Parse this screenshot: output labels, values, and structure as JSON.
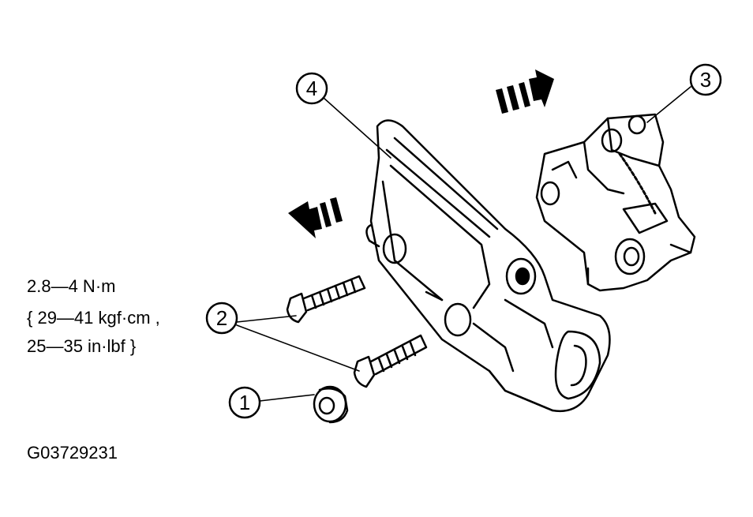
{
  "torque_spec": {
    "line1": "2.8—4 N·m",
    "line2": "{ 29—41 kgf·cm ,",
    "line3": "25—35 in·lbf }"
  },
  "callouts": [
    "1",
    "2",
    "3",
    "4"
  ],
  "figure_code": "G03729231",
  "colors": {
    "ink": "#000000",
    "paper": "#ffffff"
  }
}
